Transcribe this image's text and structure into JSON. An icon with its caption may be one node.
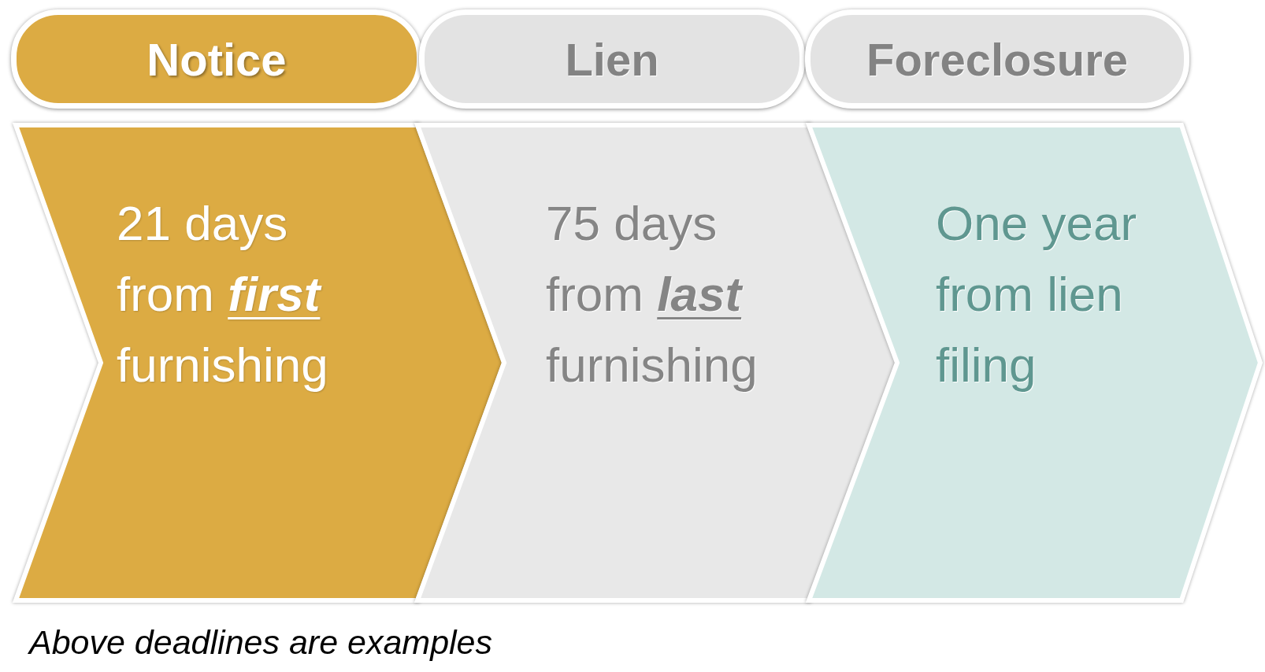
{
  "diagram": {
    "caption": "Above deadlines are examples",
    "nodes": [
      {
        "text": [
          "Notice"
        ]
      },
      {
        "text": [
          "Lien"
        ]
      },
      {
        "text": [
          "Foreclosure"
        ]
      },
      {
        "text": [
          "21 days from **first** furnishing"
        ]
      },
      {
        "text": [
          "75 days from **last** furnishing"
        ]
      },
      {
        "text": [
          "One year from lien filing"
        ]
      }
    ]
  }
}
